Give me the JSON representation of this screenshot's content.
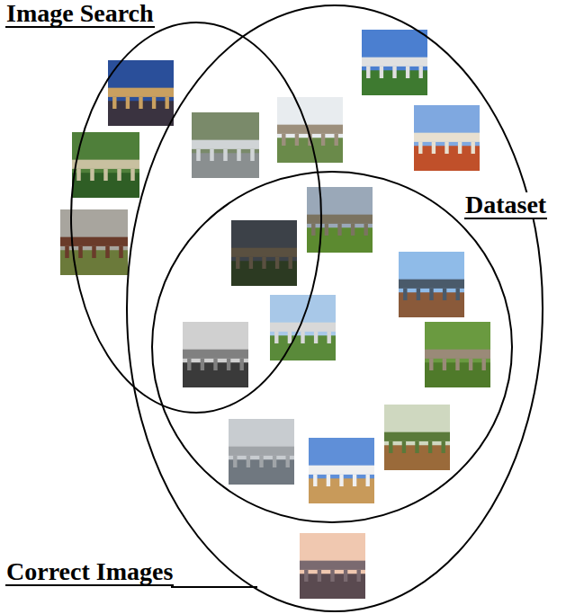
{
  "diagram": {
    "nodes": [
      {
        "text": [
          "Image Search"
        ]
      },
      {
        "text": [
          "Dataset"
        ]
      },
      {
        "text": [
          "Correct Images"
        ]
      }
    ]
  }
}
